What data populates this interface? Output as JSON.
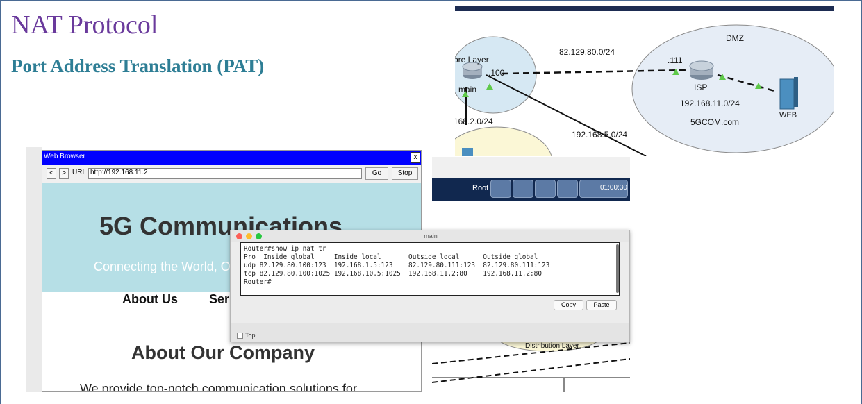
{
  "slide": {
    "title": "NAT Protocol",
    "subtitle": "Port Address Translation (PAT)"
  },
  "topology": {
    "core_layer": "ore Layer",
    "main_label": "main",
    "main_ip": ".100",
    "net_outside": "82.129.80.0/24",
    "isp_ip": ".111",
    "isp_label": "ISP",
    "dmz_label": "DMZ",
    "web_label": "WEB",
    "net_dmz": "192.168.11.0/24",
    "domain": "5GCOM.com",
    "net_2": "168.2.0/24",
    "net_5": "192.168.5.0/24"
  },
  "pt": {
    "root_label": "Root",
    "time": "01:00:30",
    "distribution_label": "Distribution Layer"
  },
  "browser": {
    "window_title": "Web Browser",
    "close_label": "x",
    "back_label": "<",
    "forward_label": ">",
    "url_label": "URL",
    "url_value": "http://192.168.11.2",
    "go_label": "Go",
    "stop_label": "Stop",
    "hero_title": "5G Communications",
    "hero_subtitle": "Connecting the World, O",
    "nav_about": "About Us",
    "nav_services": "Ser",
    "about_heading": "About Our Company",
    "about_text": "We provide top-notch communication solutions for"
  },
  "cli": {
    "window_title": "main",
    "lines": [
      "Router#show ip nat tr",
      "Pro  Inside global     Inside local       Outside local      Outside global",
      "udp 82.129.80.100:123  192.168.1.5:123    82.129.80.111:123  82.129.80.111:123",
      "tcp 82.129.80.100:1025 192.168.10.5:1025  192.168.11.2:80    192.168.11.2:80",
      "",
      "Router#"
    ],
    "copy_label": "Copy",
    "paste_label": "Paste",
    "top_label": "Top"
  },
  "colors": {
    "title": "#6a3a9c",
    "subtitle": "#2e7e95",
    "browser_titlebar": "#0000ff",
    "hero_bg": "#b6dfe6",
    "pt_toolbar": "#11284f"
  }
}
